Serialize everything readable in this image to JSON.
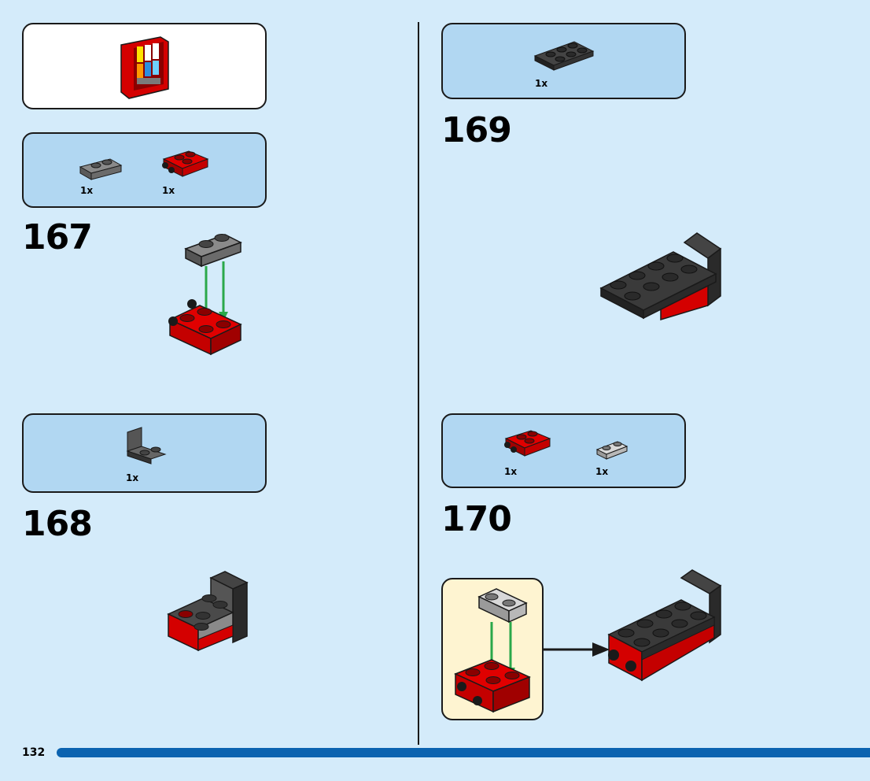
{
  "page": {
    "number": "132",
    "accent_color": "#0b63b0",
    "background": "#d4ebfa",
    "partbox_color": "#b1d7f2"
  },
  "submodel_callout": {
    "icon": "red-cabinet-with-colored-drawers"
  },
  "steps": [
    {
      "number": "167",
      "parts": [
        {
          "qty": "1x",
          "part": "dark-gray-plate-1x2",
          "color": "#6b6b6b"
        },
        {
          "qty": "1x",
          "part": "red-plate-2x2-with-wheels",
          "color": "#d40000"
        }
      ]
    },
    {
      "number": "168",
      "parts": [
        {
          "qty": "1x",
          "part": "black-bracket-plate",
          "color": "#2a2a2a"
        }
      ]
    },
    {
      "number": "169",
      "parts": [
        {
          "qty": "1x",
          "part": "black-plate-2x3",
          "color": "#2a2a2a"
        }
      ]
    },
    {
      "number": "170",
      "parts": [
        {
          "qty": "1x",
          "part": "red-plate-2x2-with-wheels",
          "color": "#d40000"
        },
        {
          "qty": "1x",
          "part": "light-gray-plate-1x2-rounded",
          "color": "#b8b8b8"
        }
      ]
    }
  ]
}
